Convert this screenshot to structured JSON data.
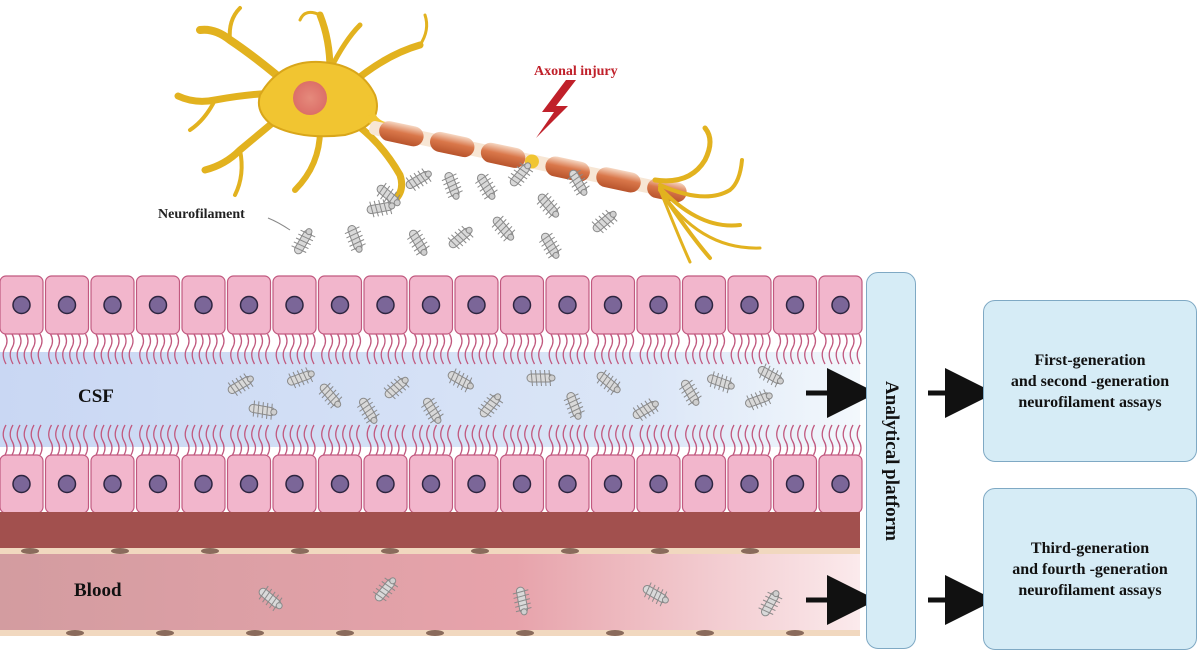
{
  "labels": {
    "axonal_injury": "Axonal injury",
    "neurofilament": "Neurofilament",
    "csf": "CSF",
    "blood": "Blood"
  },
  "platform": {
    "label": "Analytical platform"
  },
  "assays": [
    {
      "line1": "First-generation",
      "line2": "and second -generation",
      "line3": "neurofilament assays"
    },
    {
      "line1": "Third-generation",
      "line2": "and fourth -generation",
      "line3": "neurofilament assays"
    }
  ],
  "colors": {
    "neuron": "#f1c531",
    "myelin": "#d9774a",
    "injury": "#c0202a",
    "cell": "#f2b6cc",
    "nucleus": "#7b6698",
    "csf": "#cfdcf3",
    "blood": "#d89ba0",
    "vessel_wall": "#a2504e",
    "box_fill": "#d6ecf6",
    "box_border": "#7fa9c4"
  },
  "icons": [
    "neuron-cell-body",
    "axon",
    "lightning-bolt-icon",
    "neurofilament-icon",
    "arrow-right-icon"
  ]
}
